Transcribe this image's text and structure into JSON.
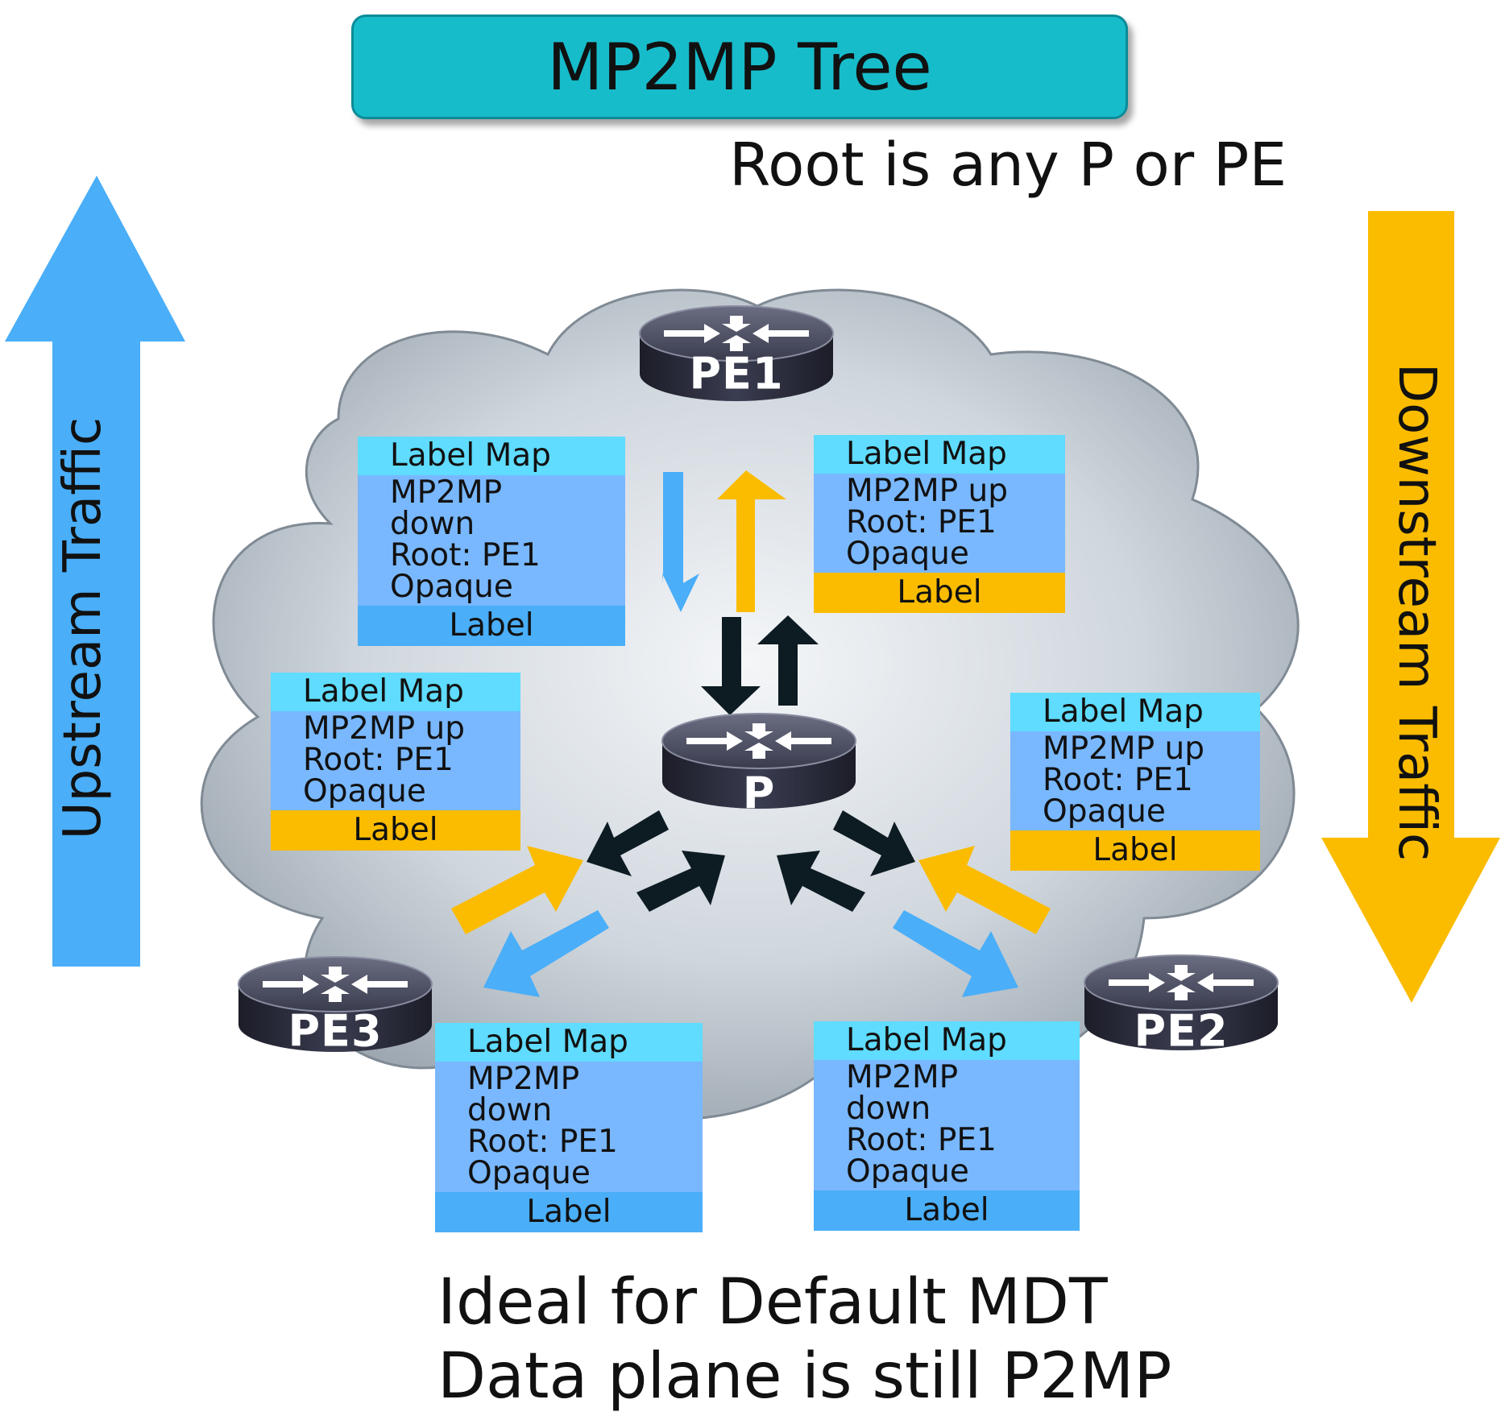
{
  "title": "MP2MP Tree",
  "subtitle": "Root is any P or PE",
  "upstream_label": "Upstream Traffic",
  "downstream_label": "Downstream Traffic",
  "routers": {
    "pe1": "PE1",
    "p": "P",
    "pe2": "PE2",
    "pe3": "PE3"
  },
  "label_maps": [
    {
      "header": "Label Map",
      "lines": [
        "MP2MP",
        "down",
        "Root: PE1",
        "Opaque"
      ],
      "footer": "Label"
    },
    {
      "header": "Label Map",
      "lines": [
        "MP2MP up",
        "Root: PE1",
        "Opaque"
      ],
      "footer": "Label"
    },
    {
      "header": "Label Map",
      "lines": [
        "MP2MP up",
        "Root: PE1",
        "Opaque"
      ],
      "footer": "Label"
    },
    {
      "header": "Label Map",
      "lines": [
        "MP2MP up",
        "Root: PE1",
        "Opaque"
      ],
      "footer": "Label"
    },
    {
      "header": "Label Map",
      "lines": [
        "MP2MP",
        "down",
        "Root: PE1",
        "Opaque"
      ],
      "footer": "Label"
    },
    {
      "header": "Label Map",
      "lines": [
        "MP2MP",
        "down",
        "Root: PE1",
        "Opaque"
      ],
      "footer": "Label"
    }
  ],
  "footer_lines": [
    "Ideal for Default MDT",
    "Data plane is still P2MP"
  ],
  "colors": {
    "teal": "#17bccb",
    "upstream": "#4aaef8",
    "downstream": "#fbbc00",
    "dark_arrow": "#0d1b22"
  }
}
